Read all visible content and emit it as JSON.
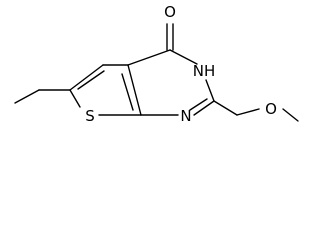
{
  "atoms": {
    "oxygen_carbonyl": "O",
    "nitrogen_nh": "NH",
    "nitrogen_ring": "N",
    "sulfur": "S",
    "oxygen_ether": "O"
  }
}
